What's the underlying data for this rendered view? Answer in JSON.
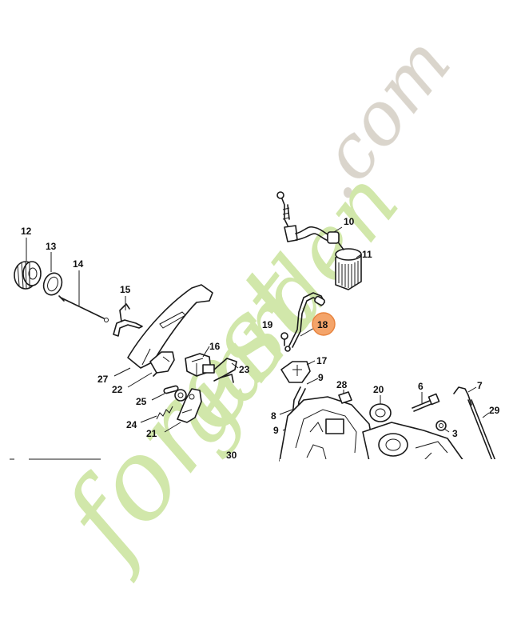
{
  "watermark": {
    "brand_part_1": "forest",
    "brand_part_2": "garden",
    "brand_part_3": ".com"
  },
  "highlighted_callout": "18",
  "highlight_color": "#f4a46a",
  "callouts": [
    "12",
    "13",
    "14",
    "15",
    "27",
    "22",
    "16",
    "23",
    "25",
    "24",
    "21",
    "10",
    "11",
    "19",
    "18",
    "17",
    "9",
    "8",
    "9",
    "28",
    "20",
    "6",
    "7",
    "29",
    "3",
    "30"
  ]
}
